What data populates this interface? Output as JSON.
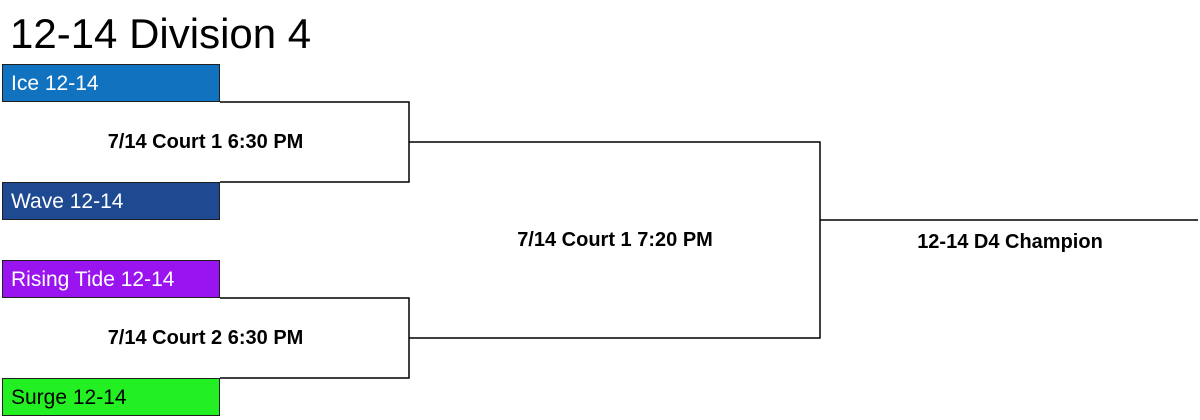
{
  "title": "12-14 Division 4",
  "teams": [
    {
      "name": "Ice 12-14",
      "color": "#1172c0",
      "text_color": "#ffffff"
    },
    {
      "name": "Wave 12-14",
      "color": "#1d4a91",
      "text_color": "#ffffff"
    },
    {
      "name": "Rising Tide 12-14",
      "color": "#9a14f0",
      "text_color": "#ffffff"
    },
    {
      "name": "Surge 12-14",
      "color": "#22f022",
      "text_color": "#000000"
    }
  ],
  "games": [
    {
      "label": "7/14 Court 1 6:30 PM"
    },
    {
      "label": "7/14 Court 2 6:30 PM"
    },
    {
      "label": "7/14 Court 1 7:20 PM"
    }
  ],
  "champion": "12-14 D4 Champion"
}
